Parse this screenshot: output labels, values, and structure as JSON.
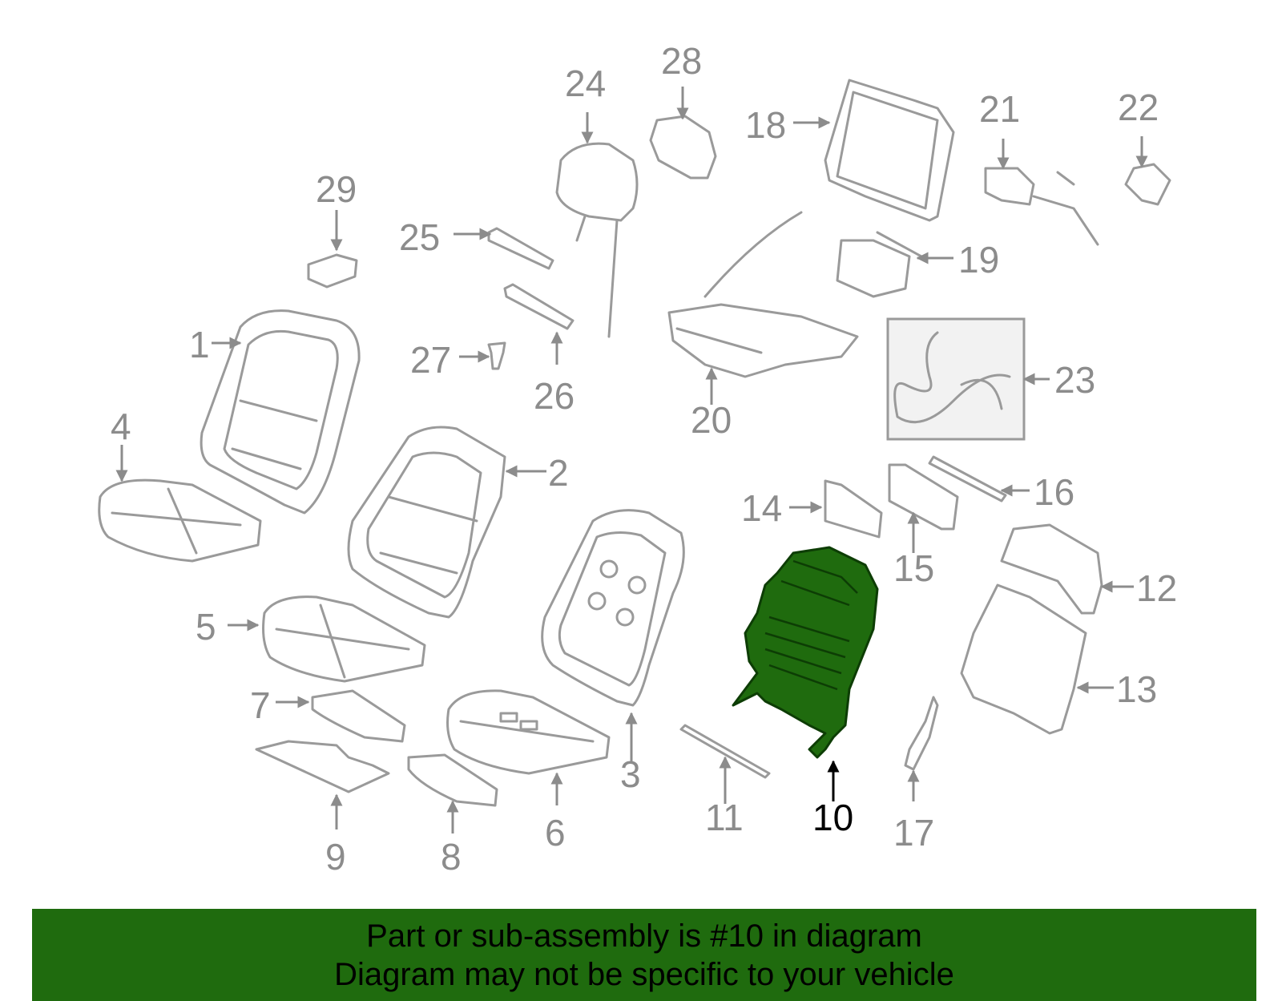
{
  "callouts": {
    "c1": "1",
    "c2": "2",
    "c3": "3",
    "c4": "4",
    "c5": "5",
    "c6": "6",
    "c7": "7",
    "c8": "8",
    "c9": "9",
    "c10": "10",
    "c11": "11",
    "c12": "12",
    "c13": "13",
    "c14": "14",
    "c15": "15",
    "c16": "16",
    "c17": "17",
    "c18": "18",
    "c19": "19",
    "c20": "20",
    "c21": "21",
    "c22": "22",
    "c23": "23",
    "c24": "24",
    "c25": "25",
    "c26": "26",
    "c27": "27",
    "c28": "28",
    "c29": "29"
  },
  "highlighted_part": "10",
  "colors": {
    "highlight": "#1f6b0e",
    "outline": "#9a9a9a",
    "banner": "#1f6b0e"
  },
  "banner": {
    "line1": "Part or sub-assembly is #10 in diagram",
    "line2": "Diagram may not be specific to your vehicle"
  }
}
